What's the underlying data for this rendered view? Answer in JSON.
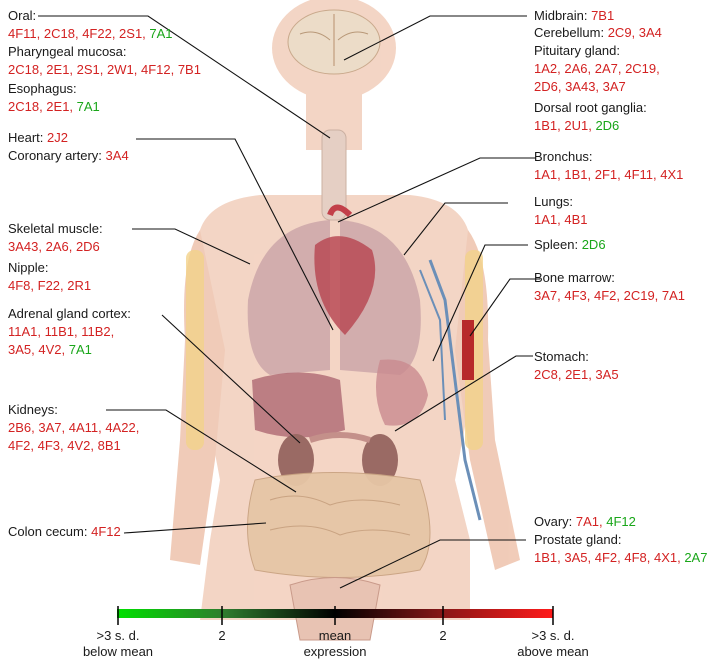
{
  "colors": {
    "high": "#d32222",
    "low": "#19a619",
    "text": "#1a1a1a",
    "skin": "#f0c9b5",
    "organ": "#c98b8b"
  },
  "groups": [
    {
      "id": "oral",
      "lines": [
        [
          {
            "t": "Oral:",
            "c": "txt"
          }
        ],
        [
          {
            "t": "4F11, 2C18, 4F22, 2S1, ",
            "c": "red"
          },
          {
            "t": "7A1",
            "c": "green"
          }
        ]
      ]
    },
    {
      "id": "pharyngeal",
      "lines": [
        [
          {
            "t": "Pharyngeal mucosa:",
            "c": "txt"
          }
        ],
        [
          {
            "t": "2C18, 2E1, 2S1, 2W1, 4F12, 7B1",
            "c": "red"
          }
        ]
      ]
    },
    {
      "id": "esophagus",
      "lines": [
        [
          {
            "t": "Esophagus:",
            "c": "txt"
          }
        ],
        [
          {
            "t": "2C18, 2E1, ",
            "c": "red"
          },
          {
            "t": "7A1",
            "c": "green"
          }
        ]
      ]
    },
    {
      "id": "heart",
      "lines": [
        [
          {
            "t": "Heart: ",
            "c": "txt"
          },
          {
            "t": "2J2",
            "c": "red"
          }
        ],
        [
          {
            "t": "Coronary artery: ",
            "c": "txt"
          },
          {
            "t": "3A4",
            "c": "red"
          }
        ]
      ]
    },
    {
      "id": "skeletal",
      "lines": [
        [
          {
            "t": "Skeletal muscle:",
            "c": "txt"
          }
        ],
        [
          {
            "t": "3A43, 2A6, 2D6",
            "c": "red"
          }
        ]
      ]
    },
    {
      "id": "nipple",
      "lines": [
        [
          {
            "t": "Nipple:",
            "c": "txt"
          }
        ],
        [
          {
            "t": "4F8, F22, 2R1",
            "c": "red"
          }
        ]
      ]
    },
    {
      "id": "adrenal",
      "lines": [
        [
          {
            "t": "Adrenal gland cortex:",
            "c": "txt"
          }
        ],
        [
          {
            "t": "11A1, 11B1, 11B2,",
            "c": "red"
          }
        ],
        [
          {
            "t": "3A5, 4V2, ",
            "c": "red"
          },
          {
            "t": "7A1",
            "c": "green"
          }
        ]
      ]
    },
    {
      "id": "kidneys",
      "lines": [
        [
          {
            "t": "Kidneys:",
            "c": "txt"
          }
        ],
        [
          {
            "t": "2B6, 3A7, 4A11, 4A22,",
            "c": "red"
          }
        ],
        [
          {
            "t": "4F2, 4F3, 4V2, 8B1",
            "c": "red"
          }
        ]
      ]
    },
    {
      "id": "colon",
      "lines": [
        [
          {
            "t": "Colon cecum: ",
            "c": "txt"
          },
          {
            "t": "4F12",
            "c": "red"
          }
        ]
      ]
    },
    {
      "id": "midbrain",
      "lines": [
        [
          {
            "t": "Midbrain: ",
            "c": "txt"
          },
          {
            "t": "7B1",
            "c": "red"
          }
        ]
      ]
    },
    {
      "id": "cerebellum",
      "lines": [
        [
          {
            "t": "Cerebellum: ",
            "c": "txt"
          },
          {
            "t": "2C9, 3A4",
            "c": "red"
          }
        ]
      ]
    },
    {
      "id": "pituitary",
      "lines": [
        [
          {
            "t": "Pituitary gland:",
            "c": "txt"
          }
        ],
        [
          {
            "t": "1A2, 2A6, 2A7, 2C19,",
            "c": "red"
          }
        ],
        [
          {
            "t": "2D6, 3A43, 3A7",
            "c": "red"
          }
        ]
      ]
    },
    {
      "id": "drg",
      "lines": [
        [
          {
            "t": "Dorsal root ganglia:",
            "c": "txt"
          }
        ],
        [
          {
            "t": "1B1, 2U1, ",
            "c": "red"
          },
          {
            "t": "2D6",
            "c": "green"
          }
        ]
      ]
    },
    {
      "id": "bronchus",
      "lines": [
        [
          {
            "t": "Bronchus:",
            "c": "txt"
          }
        ],
        [
          {
            "t": "1A1, 1B1, 2F1, 4F11, 4X1",
            "c": "red"
          }
        ]
      ]
    },
    {
      "id": "lungs",
      "lines": [
        [
          {
            "t": "Lungs:",
            "c": "txt"
          }
        ],
        [
          {
            "t": "1A1, 4B1",
            "c": "red"
          }
        ]
      ]
    },
    {
      "id": "spleen",
      "lines": [
        [
          {
            "t": "Spleen: ",
            "c": "txt"
          },
          {
            "t": "2D6",
            "c": "green"
          }
        ]
      ]
    },
    {
      "id": "marrow",
      "lines": [
        [
          {
            "t": "Bone marrow:",
            "c": "txt"
          }
        ],
        [
          {
            "t": "3A7, 4F3, 4F2, 2C19, 7A1",
            "c": "red"
          }
        ]
      ]
    },
    {
      "id": "stomach",
      "lines": [
        [
          {
            "t": "Stomach:",
            "c": "txt"
          }
        ],
        [
          {
            "t": "2C8, 2E1, 3A5",
            "c": "red"
          }
        ]
      ]
    },
    {
      "id": "ovary",
      "lines": [
        [
          {
            "t": "Ovary: ",
            "c": "txt"
          },
          {
            "t": "7A1, ",
            "c": "red"
          },
          {
            "t": "4F12",
            "c": "green"
          }
        ]
      ]
    },
    {
      "id": "prostate",
      "lines": [
        [
          {
            "t": "Prostate gland:",
            "c": "txt"
          }
        ],
        [
          {
            "t": "1B1, 3A5, 4F2, 4F8, 4X1, ",
            "c": "red"
          },
          {
            "t": "2A7",
            "c": "green"
          }
        ]
      ]
    }
  ],
  "scale": {
    "ticks": [
      [
        ">3 s. d.",
        "below mean"
      ],
      [
        "2"
      ],
      [
        "mean",
        "expression"
      ],
      [
        "2"
      ],
      [
        ">3 s. d.",
        "above mean"
      ]
    ]
  }
}
